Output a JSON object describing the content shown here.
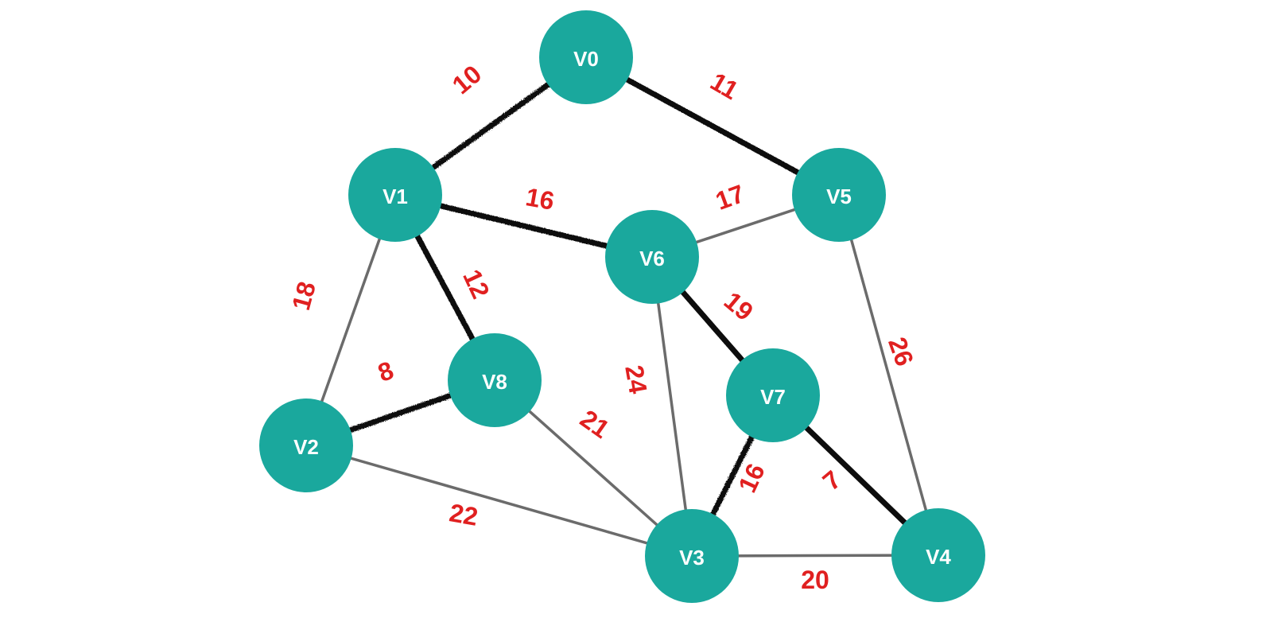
{
  "colors": {
    "node_fill": "#1aa89d",
    "node_text": "#ffffff",
    "mst_edge": "#111111",
    "plain_edge": "#6b6b6b",
    "weight_text": "#e02020"
  },
  "nodes": [
    {
      "id": "V0",
      "label": "V0"
    },
    {
      "id": "V1",
      "label": "V1"
    },
    {
      "id": "V2",
      "label": "V2"
    },
    {
      "id": "V3",
      "label": "V3"
    },
    {
      "id": "V4",
      "label": "V4"
    },
    {
      "id": "V5",
      "label": "V5"
    },
    {
      "id": "V6",
      "label": "V6"
    },
    {
      "id": "V7",
      "label": "V7"
    },
    {
      "id": "V8",
      "label": "V8"
    }
  ],
  "edges": [
    {
      "from": "V0",
      "to": "V1",
      "weight": "10",
      "in_tree": true
    },
    {
      "from": "V0",
      "to": "V5",
      "weight": "11",
      "in_tree": true
    },
    {
      "from": "V1",
      "to": "V6",
      "weight": "16",
      "in_tree": true
    },
    {
      "from": "V5",
      "to": "V6",
      "weight": "17",
      "in_tree": false
    },
    {
      "from": "V1",
      "to": "V8",
      "weight": "12",
      "in_tree": true
    },
    {
      "from": "V1",
      "to": "V2",
      "weight": "18",
      "in_tree": false
    },
    {
      "from": "V2",
      "to": "V8",
      "weight": "8",
      "in_tree": true
    },
    {
      "from": "V6",
      "to": "V7",
      "weight": "19",
      "in_tree": true
    },
    {
      "from": "V6",
      "to": "V3",
      "weight": "24",
      "in_tree": false
    },
    {
      "from": "V8",
      "to": "V3",
      "weight": "21",
      "in_tree": false
    },
    {
      "from": "V5",
      "to": "V4",
      "weight": "26",
      "in_tree": false
    },
    {
      "from": "V7",
      "to": "V3",
      "weight": "16",
      "in_tree": true
    },
    {
      "from": "V7",
      "to": "V4",
      "weight": "7",
      "in_tree": true
    },
    {
      "from": "V2",
      "to": "V3",
      "weight": "22",
      "in_tree": false
    },
    {
      "from": "V3",
      "to": "V4",
      "weight": "20",
      "in_tree": false
    }
  ]
}
